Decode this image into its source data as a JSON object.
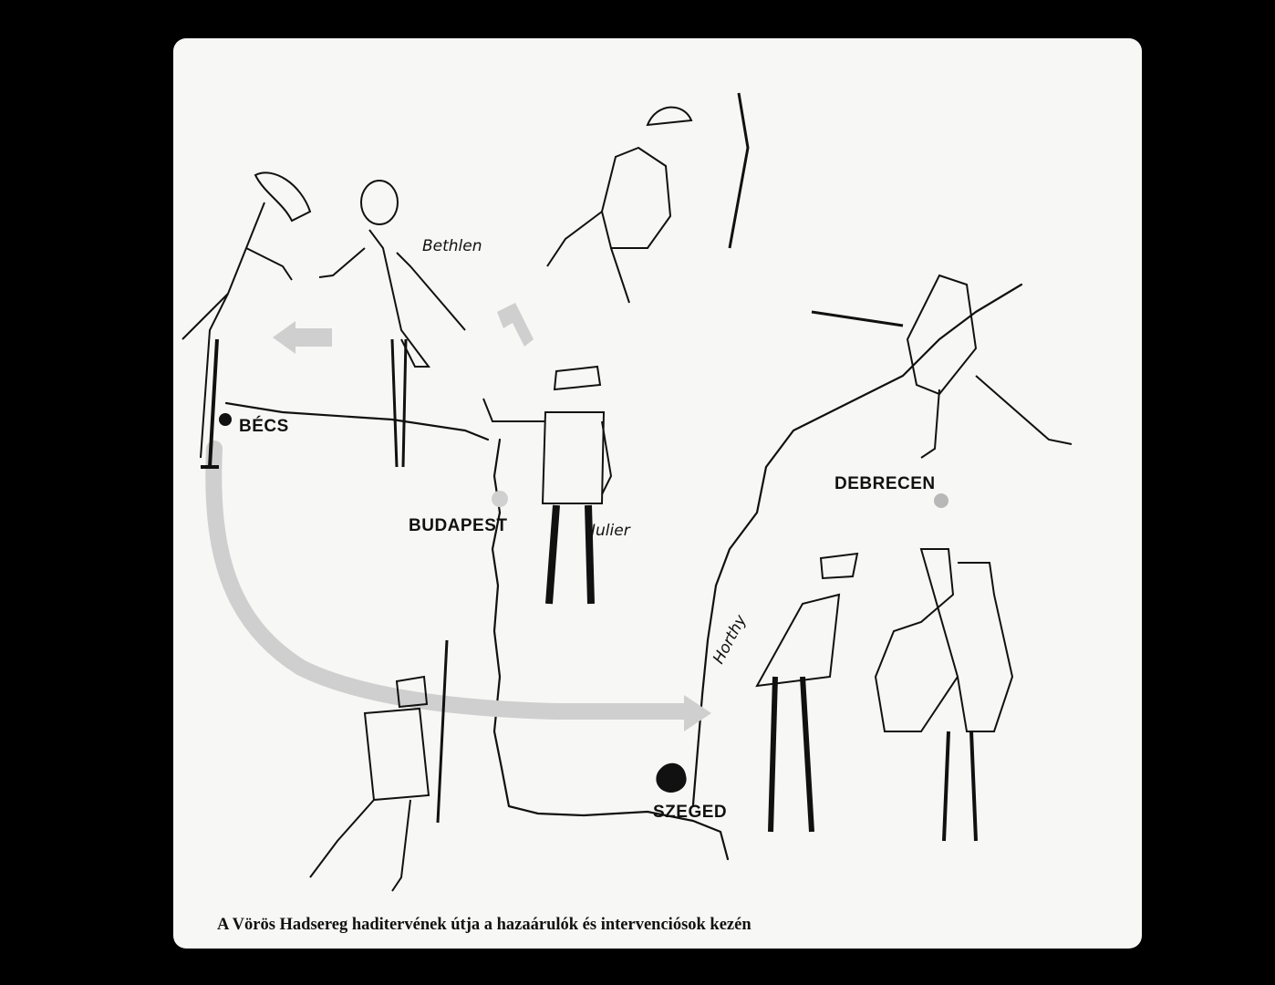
{
  "cities": {
    "becs": "BÉCS",
    "budapest": "BUDAPEST",
    "debrecen": "DEBRECEN",
    "szeged": "SZEGED"
  },
  "names": {
    "bethlen": "Bethlen",
    "julier": "Julier",
    "horthy": "Horthy"
  },
  "caption": "A Vörös Hadsereg haditervének útja a hazaárulók és intervenciósok kezén",
  "colors": {
    "background": "#000000",
    "paper": "#f7f7f5",
    "ink": "#111111",
    "route": "#c8c8c8"
  }
}
